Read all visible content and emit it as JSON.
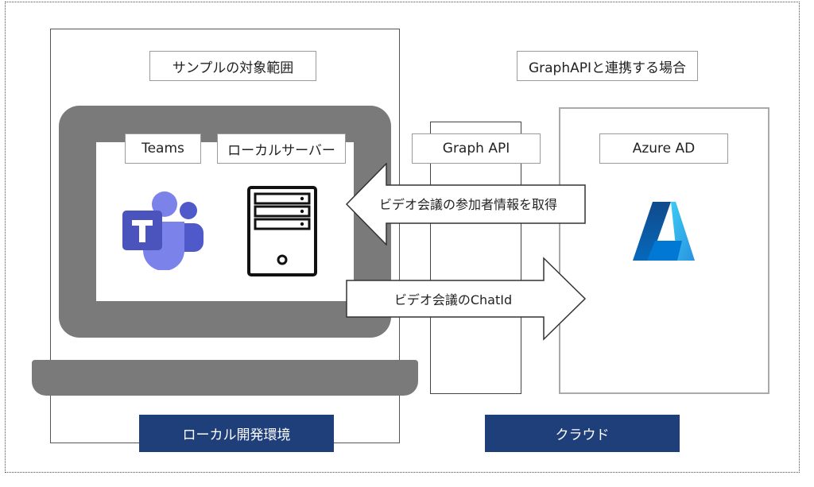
{
  "labels": {
    "sample_scope": "サンプルの対象範囲",
    "graph_scope": "GraphAPIと連携する場合",
    "teams": "Teams",
    "local_server": "ローカルサーバー",
    "graph_api": "Graph API",
    "azure_ad": "Azure AD"
  },
  "arrows": {
    "get_participants": "ビデオ会議の参加者情報を取得",
    "chat_id": "ビデオ会議のChatId"
  },
  "footers": {
    "local_env": "ローカル開発環境",
    "cloud": "クラウド"
  },
  "colors": {
    "navy": "#1f3f7a",
    "laptop_gray": "#7a7a7a",
    "teams_purple": "#5b5fc7",
    "azure_blue": "#0078d4"
  }
}
